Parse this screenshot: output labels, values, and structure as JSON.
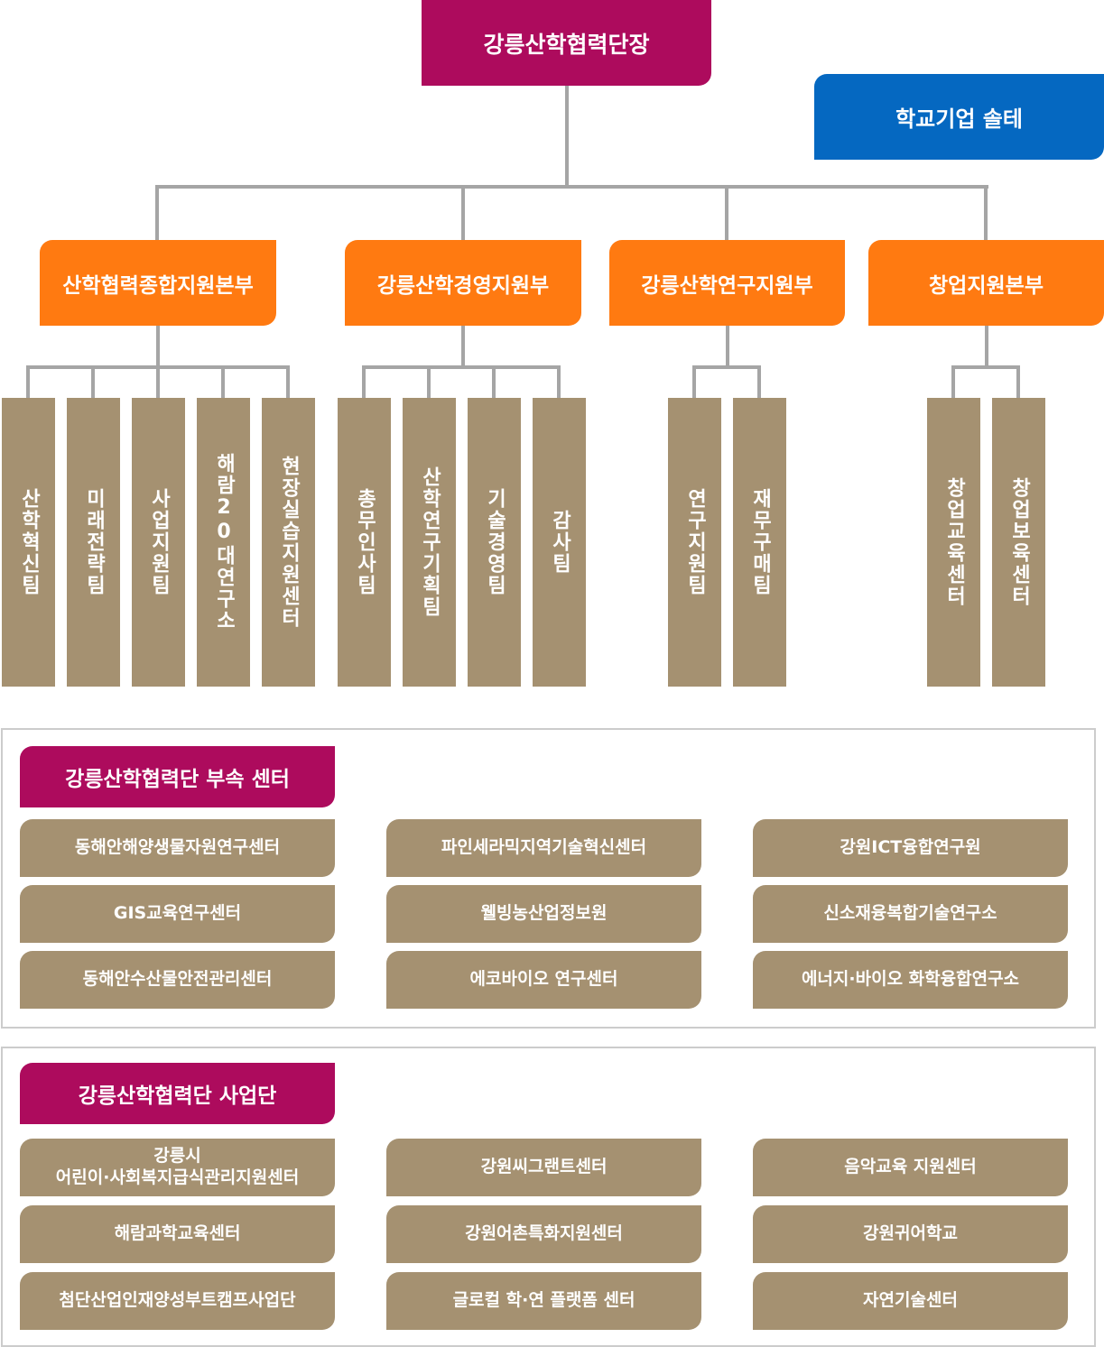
{
  "top": {
    "title": "강릉산학협력단장",
    "side": "학교기업 솔테"
  },
  "divisions": [
    {
      "name": "산학협력종합지원본부",
      "teams": [
        "산학혁신팀",
        "미래전략팀",
        "사업지원팀",
        "해람20대연구소",
        "현장실습지원센터"
      ]
    },
    {
      "name": "강릉산학경영지원부",
      "teams": [
        "총무인사팀",
        "산학연구기획팀",
        "기술경영팀",
        "감사팀"
      ]
    },
    {
      "name": "강릉산학연구지원부",
      "teams": [
        "연구지원팀",
        "재무구매팀"
      ]
    },
    {
      "name": "창업지원본부",
      "teams": [
        "창업교육센터",
        "창업보육센터"
      ]
    }
  ],
  "centers": {
    "title": "강릉산학협력단 부속 센터",
    "items": [
      "동해안해양생물자원연구센터",
      "파인세라믹지역기술혁신센터",
      "강원ICT융합연구원",
      "GIS교육연구센터",
      "웰빙농산업정보원",
      "신소재융복합기술연구소",
      "동해안수산물안전관리센터",
      "에코바이오 연구센터",
      "에너지·바이오 화학융합연구소"
    ]
  },
  "projects": {
    "title": "강릉산학협력단 사업단",
    "items": [
      "강릉시\n어린이·사회복지급식관리지원센터",
      "강원씨그랜트센터",
      "음악교육 지원센터",
      "해람과학교육센터",
      "강원어촌특화지원센터",
      "강원귀어학교",
      "첨단산업인재양성부트캠프사업단",
      "글로컬 학·연 플랫폼 센터",
      "자연기술센터"
    ]
  },
  "colors": {
    "primary": "#AD0B5D",
    "side": "#0568C1",
    "division": "#FF7A11",
    "unit": "#A59171",
    "line": "#A5A5A5"
  }
}
